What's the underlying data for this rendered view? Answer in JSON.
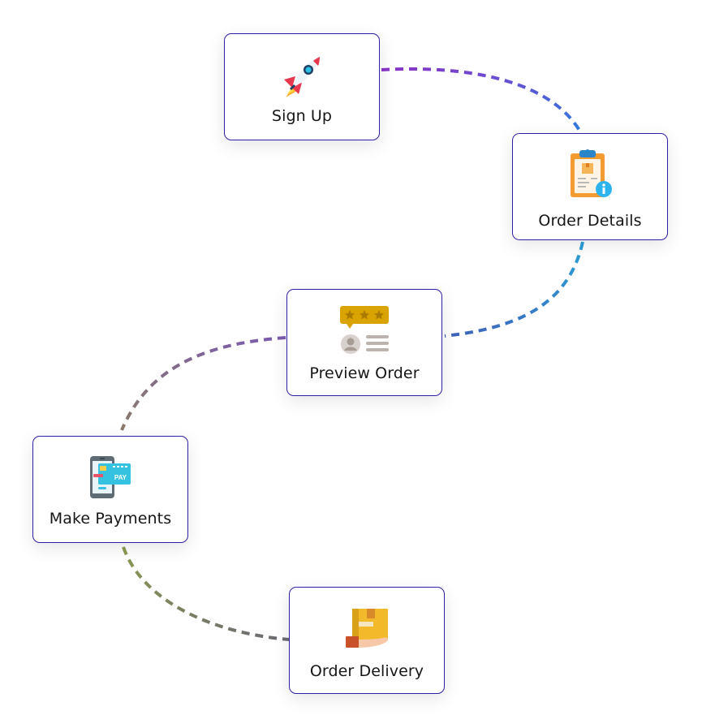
{
  "steps": [
    {
      "id": "sign-up",
      "label": "Sign Up",
      "icon": "rocket-icon"
    },
    {
      "id": "order-details",
      "label": "Order Details",
      "icon": "clipboard-info-icon"
    },
    {
      "id": "preview-order",
      "label": "Preview Order",
      "icon": "rating-review-icon"
    },
    {
      "id": "make-payments",
      "label": "Make Payments",
      "icon": "phone-card-pay-icon"
    },
    {
      "id": "order-delivery",
      "label": "Order Delivery",
      "icon": "hand-package-icon"
    }
  ],
  "payment_icon_text": "PAY",
  "colors": {
    "card_border": "#2d1fa8",
    "connector_1": [
      "#8a34c8",
      "#2f7be0"
    ],
    "connector_2": [
      "#2b9fd8",
      "#3f62b8"
    ],
    "connector_3": [
      "#7a5ab0",
      "#8a7a6a"
    ],
    "connector_4": [
      "#8a9a50",
      "#6a6a72"
    ]
  }
}
